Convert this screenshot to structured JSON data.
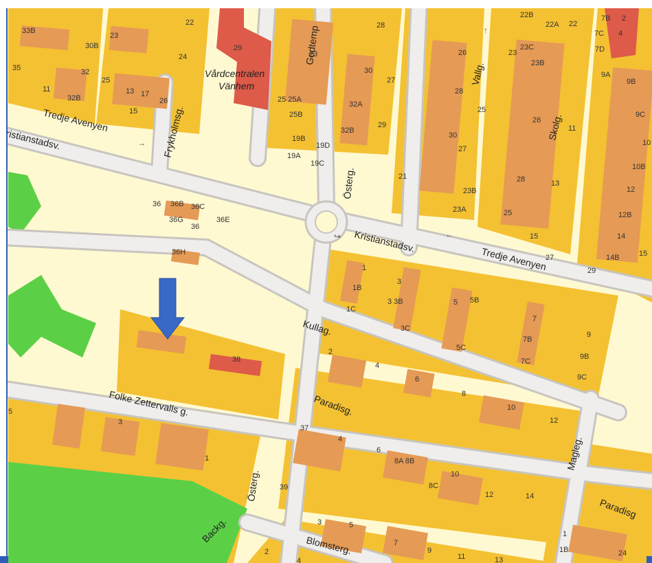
{
  "colors": {
    "block": "#f4c132",
    "building": "#e59a55",
    "health_building": "#de5a49",
    "road": "#efeeec",
    "road_edge": "#c8c5bf",
    "open_land": "#fff9d2",
    "park": "#5bd046",
    "arrow": "#3a68c7",
    "frame": "#2f5fb8"
  },
  "marker": {
    "icon": "down-arrow-icon"
  },
  "landmark": {
    "line1": "Vårdcentralen",
    "line2": "Vänhem"
  },
  "streets": {
    "tredje_avenyen_w": "Tredje Avenyen",
    "kristianstadsv_w": "ristianstadsv.",
    "frykholmsg": "Frykholmsg.",
    "godtemp": "Godtemp",
    "osterg_n": "Österg.",
    "valig": "Vallg.",
    "skolg": "Skolg.",
    "kristianstadsv_e": "Kristianstadsv.",
    "tredje_avenyen_e": "Tredje Avenyen",
    "kullag": "Kullag.",
    "folke": "Folke Zettervalls g.",
    "paradisg": "Paradisg.",
    "osterg_s": "Österg.",
    "magleg": "Magleg.",
    "paradisg_e": "Paradisg",
    "backg": "Backg.",
    "blomsterg": "Blomsterg."
  },
  "house_numbers": {
    "nw": [
      "30",
      "33B",
      "30B",
      "23",
      "22",
      "35",
      "32",
      "25",
      "24",
      "11",
      "32B",
      "13",
      "17",
      "26",
      "15",
      "29"
    ],
    "north_center": [
      "28",
      "23",
      "30",
      "27",
      "26",
      "23",
      "23C",
      "23B",
      "25 25A",
      "25B",
      "32A",
      "29",
      "32B",
      "28",
      "19B",
      "19D",
      "19A",
      "19C",
      "21",
      "30",
      "27",
      "25",
      "26",
      "11",
      "22B",
      "22A",
      "22",
      "7B",
      "2",
      "7C",
      "4",
      "7D",
      "9A",
      "9B",
      "9C",
      "10",
      "10B",
      "12",
      "12B",
      "14",
      "14B",
      "15",
      "13",
      "28",
      "23B",
      "23A",
      "25",
      "15",
      "27",
      "29"
    ],
    "center": [
      "36",
      "36B",
      "36C",
      "36G",
      "36E",
      "36",
      "36H",
      "38"
    ],
    "south": [
      "1",
      "1B",
      "3",
      "1C",
      "3 3B",
      "5",
      "5B",
      "3C",
      "7",
      "7B",
      "5C",
      "7C",
      "9",
      "9B",
      "9C",
      "2",
      "4",
      "6",
      "8",
      "10",
      "12",
      "37",
      "4",
      "6",
      "8A 8B",
      "8C",
      "10",
      "12",
      "14",
      "39",
      "3",
      "5",
      "7",
      "9",
      "11",
      "13",
      "2",
      "4",
      "1",
      "1B",
      "24",
      "5",
      "3",
      "1"
    ]
  }
}
